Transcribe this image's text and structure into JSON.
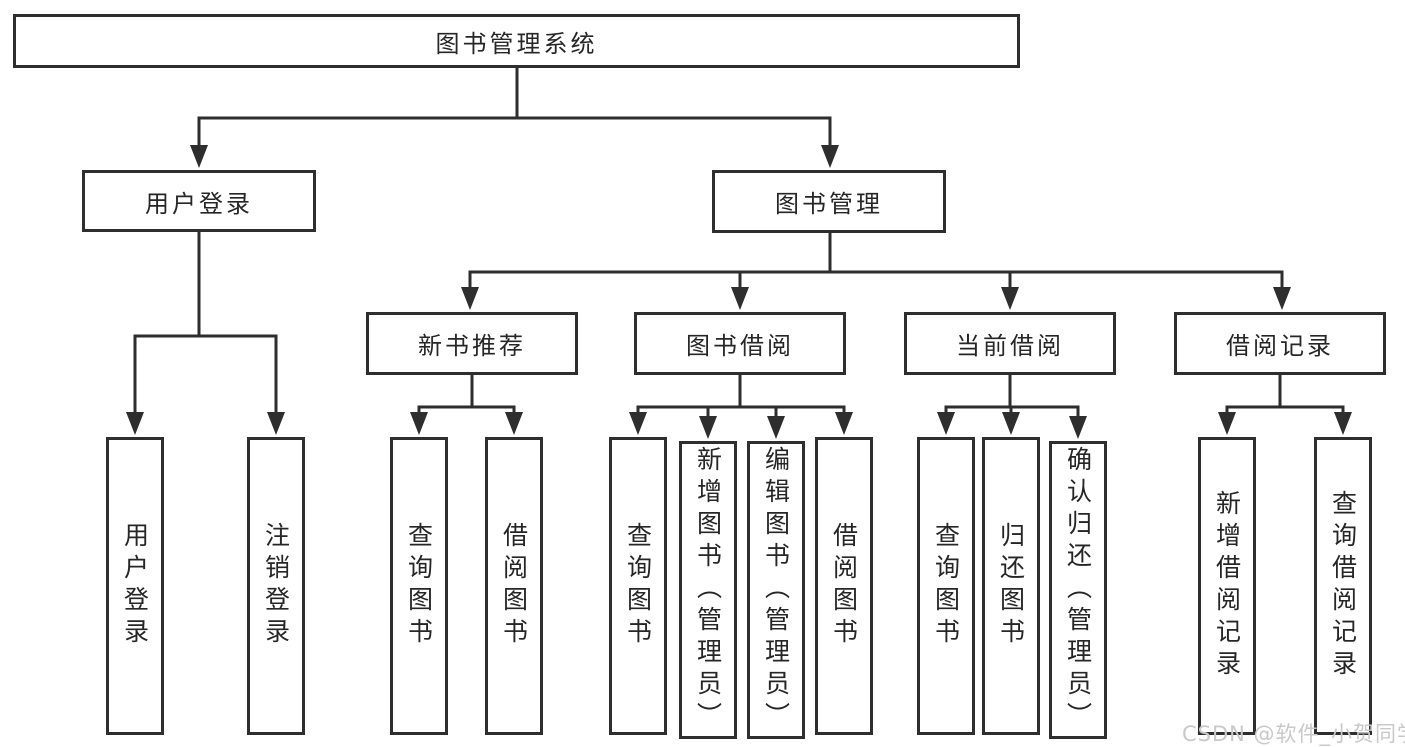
{
  "diagram": {
    "type": "hierarchy-tree",
    "root": {
      "label": "图书管理系统"
    },
    "level2": [
      {
        "label": "用户登录"
      },
      {
        "label": "图书管理"
      }
    ],
    "level3": [
      {
        "label": "新书推荐",
        "parent": "图书管理"
      },
      {
        "label": "图书借阅",
        "parent": "图书管理"
      },
      {
        "label": "当前借阅",
        "parent": "图书管理"
      },
      {
        "label": "借阅记录",
        "parent": "图书管理"
      }
    ],
    "leaves": [
      {
        "label": "用户登录",
        "parent": "用户登录"
      },
      {
        "label": "注销登录",
        "parent": "用户登录"
      },
      {
        "label": "查询图书",
        "parent": "新书推荐"
      },
      {
        "label": "借阅图书",
        "parent": "新书推荐"
      },
      {
        "label": "查询图书",
        "parent": "图书借阅"
      },
      {
        "label": "新增图书（管理员）",
        "parent": "图书借阅"
      },
      {
        "label": "编辑图书（管理员）",
        "parent": "图书借阅"
      },
      {
        "label": "借阅图书",
        "parent": "图书借阅"
      },
      {
        "label": "查询图书",
        "parent": "当前借阅"
      },
      {
        "label": "归还图书",
        "parent": "当前借阅"
      },
      {
        "label": "确认归还（管理员）",
        "parent": "当前借阅"
      },
      {
        "label": "新增借阅记录",
        "parent": "借阅记录"
      },
      {
        "label": "查询借阅记录",
        "parent": "借阅记录"
      }
    ]
  },
  "watermark": {
    "text": "CSDN @软件_小贺同学"
  },
  "colors": {
    "line": "#2e2e2e",
    "text": "#262626",
    "box_bg": "#ffffff",
    "watermark": "#c9c9c9"
  }
}
